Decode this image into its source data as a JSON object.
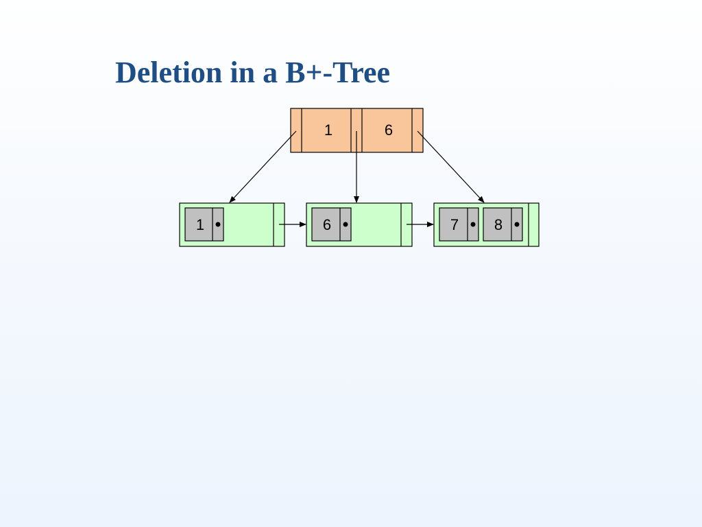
{
  "title": "Deletion in a B+-Tree",
  "colors": {
    "title": "#1f4e84",
    "internal_node": "#f9c59b",
    "leaf_node": "#ccffcc",
    "entry_box": "#c0c0c0"
  },
  "tree": {
    "root": {
      "keys": [
        "1",
        "6"
      ]
    },
    "leaves": [
      {
        "keys": [
          "1"
        ]
      },
      {
        "keys": [
          "6"
        ]
      },
      {
        "keys": [
          "7",
          "8"
        ]
      }
    ]
  }
}
